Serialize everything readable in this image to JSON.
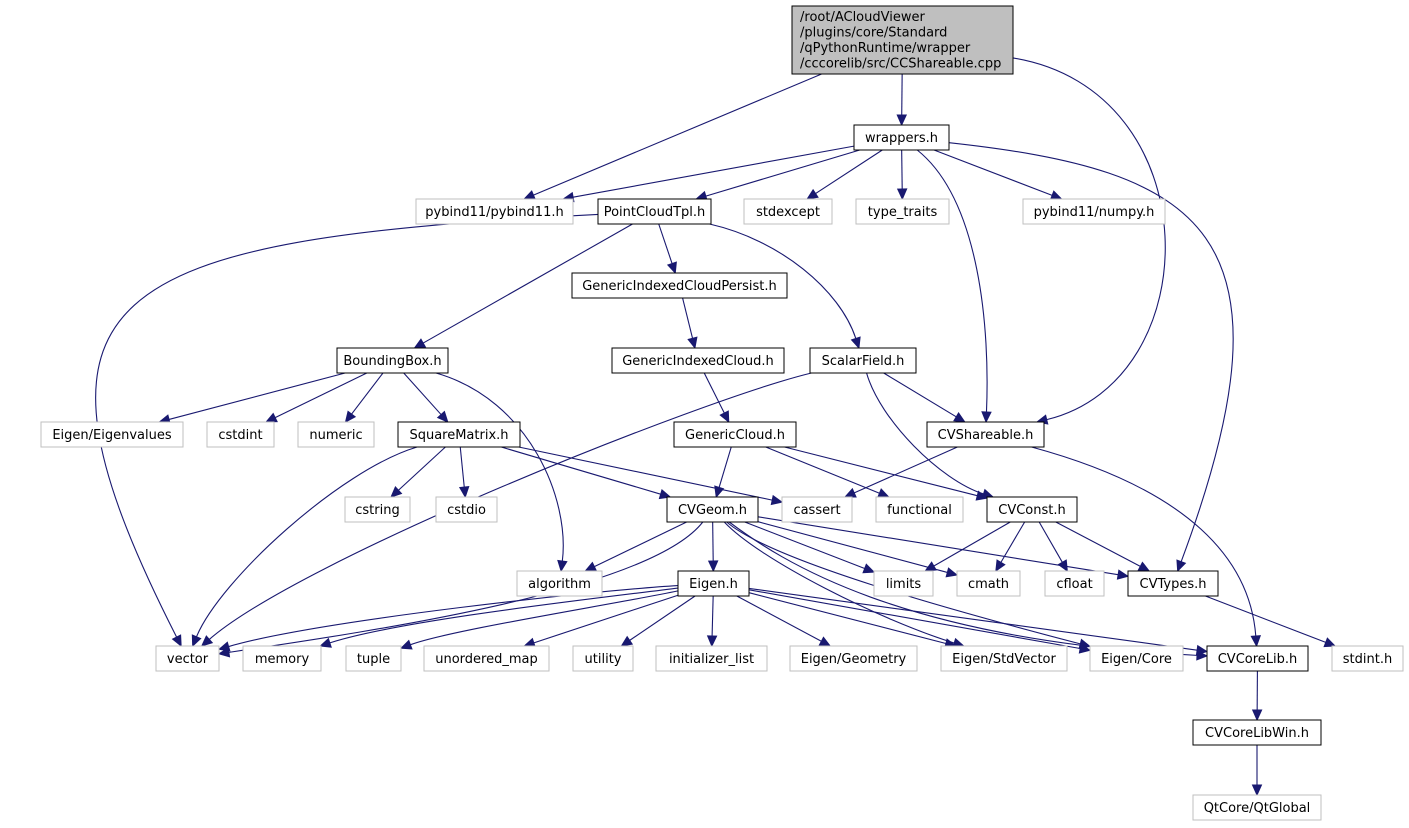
{
  "diagram": {
    "type": "include-dependency-graph",
    "colors": {
      "edge": "#191970",
      "root_fill": "#bfbfbf",
      "root_border": "#000000",
      "documented_border": "#000000",
      "external_border": "#bfbfbf",
      "node_fill": "#ffffff",
      "text": "#000000"
    },
    "root": {
      "id": "root",
      "label_lines": [
        "/root/ACloudViewer",
        "/plugins/core/Standard",
        "/qPythonRuntime/wrapper",
        "/cccorelib/src/CCShareable.cpp"
      ]
    },
    "nodes": [
      {
        "id": "wrappers",
        "label": "wrappers.h",
        "kind": "documented"
      },
      {
        "id": "pybind11",
        "label": "pybind11/pybind11.h",
        "kind": "external"
      },
      {
        "id": "pointcloudtpl",
        "label": "PointCloudTpl.h",
        "kind": "documented"
      },
      {
        "id": "stdexcept",
        "label": "stdexcept",
        "kind": "external"
      },
      {
        "id": "type_traits",
        "label": "type_traits",
        "kind": "external"
      },
      {
        "id": "numpy",
        "label": "pybind11/numpy.h",
        "kind": "external"
      },
      {
        "id": "gicpersist",
        "label": "GenericIndexedCloudPersist.h",
        "kind": "documented"
      },
      {
        "id": "boundingbox",
        "label": "BoundingBox.h",
        "kind": "documented"
      },
      {
        "id": "gic",
        "label": "GenericIndexedCloud.h",
        "kind": "documented"
      },
      {
        "id": "scalarfield",
        "label": "ScalarField.h",
        "kind": "documented"
      },
      {
        "id": "eigenvalues",
        "label": "Eigen/Eigenvalues",
        "kind": "external"
      },
      {
        "id": "cstdint",
        "label": "cstdint",
        "kind": "external"
      },
      {
        "id": "numeric",
        "label": "numeric",
        "kind": "external"
      },
      {
        "id": "squarematrix",
        "label": "SquareMatrix.h",
        "kind": "documented"
      },
      {
        "id": "genericcloud",
        "label": "GenericCloud.h",
        "kind": "documented"
      },
      {
        "id": "cvshareable",
        "label": "CVShareable.h",
        "kind": "documented"
      },
      {
        "id": "cstring",
        "label": "cstring",
        "kind": "external"
      },
      {
        "id": "cstdio",
        "label": "cstdio",
        "kind": "external"
      },
      {
        "id": "cvgeom",
        "label": "CVGeom.h",
        "kind": "documented"
      },
      {
        "id": "cassert",
        "label": "cassert",
        "kind": "external"
      },
      {
        "id": "functional",
        "label": "functional",
        "kind": "external"
      },
      {
        "id": "cvconst",
        "label": "CVConst.h",
        "kind": "documented"
      },
      {
        "id": "algorithm",
        "label": "algorithm",
        "kind": "external"
      },
      {
        "id": "eigen",
        "label": "Eigen.h",
        "kind": "documented"
      },
      {
        "id": "limits",
        "label": "limits",
        "kind": "external"
      },
      {
        "id": "cmath",
        "label": "cmath",
        "kind": "external"
      },
      {
        "id": "cfloat",
        "label": "cfloat",
        "kind": "external"
      },
      {
        "id": "cvtypes",
        "label": "CVTypes.h",
        "kind": "documented"
      },
      {
        "id": "vector",
        "label": "vector",
        "kind": "external"
      },
      {
        "id": "memory",
        "label": "memory",
        "kind": "external"
      },
      {
        "id": "tuple",
        "label": "tuple",
        "kind": "external"
      },
      {
        "id": "unordered_map",
        "label": "unordered_map",
        "kind": "external"
      },
      {
        "id": "utility",
        "label": "utility",
        "kind": "external"
      },
      {
        "id": "initializer_list",
        "label": "initializer_list",
        "kind": "external"
      },
      {
        "id": "eigengeometry",
        "label": "Eigen/Geometry",
        "kind": "external"
      },
      {
        "id": "eigenstdvector",
        "label": "Eigen/StdVector",
        "kind": "external"
      },
      {
        "id": "eigencore",
        "label": "Eigen/Core",
        "kind": "external"
      },
      {
        "id": "cvcorelib",
        "label": "CVCoreLib.h",
        "kind": "documented"
      },
      {
        "id": "stdint",
        "label": "stdint.h",
        "kind": "external"
      },
      {
        "id": "cvcorelibwin",
        "label": "CVCoreLibWin.h",
        "kind": "documented"
      },
      {
        "id": "qtglobal",
        "label": "QtCore/QtGlobal",
        "kind": "external"
      }
    ],
    "edges": [
      [
        "root",
        "wrappers"
      ],
      [
        "root",
        "pybind11"
      ],
      [
        "root",
        "cvshareable"
      ],
      [
        "wrappers",
        "pybind11"
      ],
      [
        "wrappers",
        "pointcloudtpl"
      ],
      [
        "wrappers",
        "stdexcept"
      ],
      [
        "wrappers",
        "type_traits"
      ],
      [
        "wrappers",
        "numpy"
      ],
      [
        "wrappers",
        "cvshareable"
      ],
      [
        "wrappers",
        "cvtypes"
      ],
      [
        "pointcloudtpl",
        "gicpersist"
      ],
      [
        "pointcloudtpl",
        "boundingbox"
      ],
      [
        "pointcloudtpl",
        "scalarfield"
      ],
      [
        "pointcloudtpl",
        "vector"
      ],
      [
        "gicpersist",
        "gic"
      ],
      [
        "gic",
        "genericcloud"
      ],
      [
        "boundingbox",
        "eigenvalues"
      ],
      [
        "boundingbox",
        "cstdint"
      ],
      [
        "boundingbox",
        "numeric"
      ],
      [
        "boundingbox",
        "squarematrix"
      ],
      [
        "boundingbox",
        "algorithm"
      ],
      [
        "scalarfield",
        "cvshareable"
      ],
      [
        "scalarfield",
        "cvconst"
      ],
      [
        "scalarfield",
        "vector"
      ],
      [
        "squarematrix",
        "cstring"
      ],
      [
        "squarematrix",
        "cstdio"
      ],
      [
        "squarematrix",
        "cvgeom"
      ],
      [
        "squarematrix",
        "cassert"
      ],
      [
        "squarematrix",
        "vector"
      ],
      [
        "genericcloud",
        "cvgeom"
      ],
      [
        "genericcloud",
        "functional"
      ],
      [
        "genericcloud",
        "cvconst"
      ],
      [
        "cvshareable",
        "cassert"
      ],
      [
        "cvshareable",
        "cvcorelib"
      ],
      [
        "cvgeom",
        "algorithm"
      ],
      [
        "cvgeom",
        "eigen"
      ],
      [
        "cvgeom",
        "limits"
      ],
      [
        "cvgeom",
        "cmath"
      ],
      [
        "cvgeom",
        "cvtypes"
      ],
      [
        "cvgeom",
        "vector"
      ],
      [
        "cvgeom",
        "eigenstdvector"
      ],
      [
        "cvgeom",
        "eigencore"
      ],
      [
        "cvgeom",
        "cvcorelib"
      ],
      [
        "cvconst",
        "limits"
      ],
      [
        "cvconst",
        "cmath"
      ],
      [
        "cvconst",
        "cfloat"
      ],
      [
        "cvconst",
        "cvtypes"
      ],
      [
        "eigen",
        "vector"
      ],
      [
        "eigen",
        "memory"
      ],
      [
        "eigen",
        "tuple"
      ],
      [
        "eigen",
        "unordered_map"
      ],
      [
        "eigen",
        "utility"
      ],
      [
        "eigen",
        "initializer_list"
      ],
      [
        "eigen",
        "eigengeometry"
      ],
      [
        "eigen",
        "eigenstdvector"
      ],
      [
        "eigen",
        "eigencore"
      ],
      [
        "eigen",
        "cvcorelib"
      ],
      [
        "cvtypes",
        "stdint"
      ],
      [
        "cvcorelib",
        "cvcorelibwin"
      ],
      [
        "cvcorelibwin",
        "qtglobal"
      ]
    ]
  }
}
